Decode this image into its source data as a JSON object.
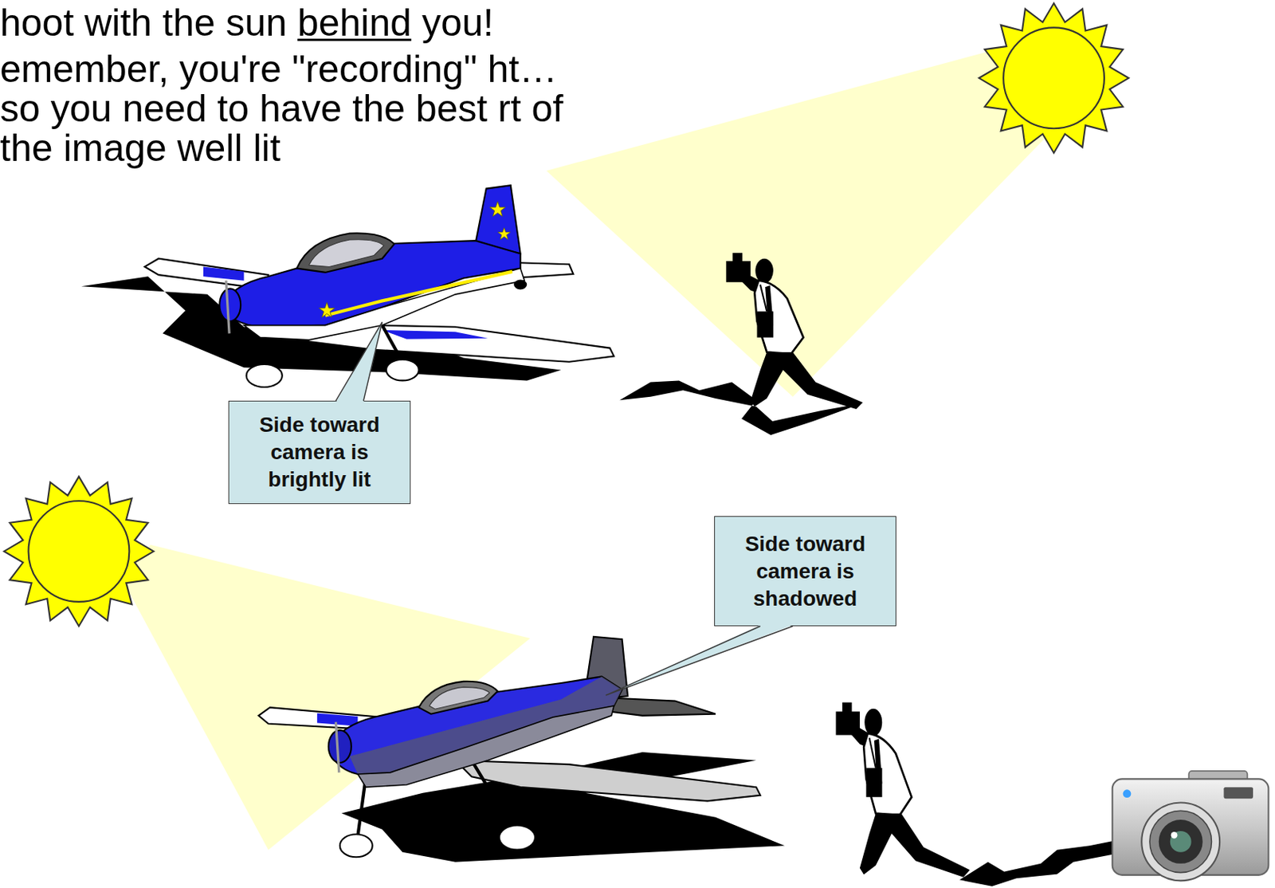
{
  "diagram": {
    "nodes": [
      {
        "text": [
          "Side toward camera is brightly lit"
        ]
      },
      {
        "text": [
          "Side toward camera is shadowed"
        ]
      }
    ],
    "labels": [
      "hoot with the sun behind you!",
      "emember, you're \"recording\" ht…so you need to have the best rt of the image well lit"
    ]
  }
}
